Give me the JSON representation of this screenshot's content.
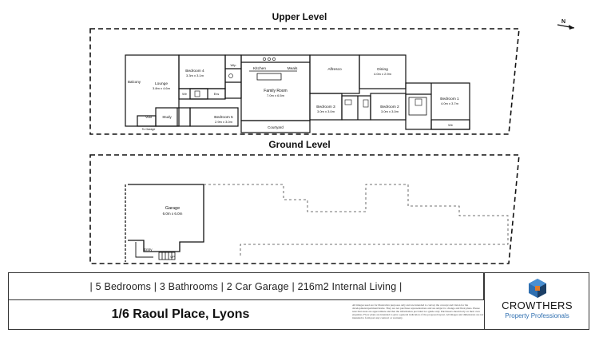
{
  "north_label": "N",
  "levels": {
    "upper_title": "Upper Level",
    "ground_title": "Ground Level"
  },
  "upper_rooms": {
    "balcony": "Balcony",
    "lounge": "Lounge",
    "lounge_dim": "3.8m x 4.6m",
    "bedroom4": "Bedroom 4",
    "bedroom4_dim": "3.3m x 3.1m",
    "wir": "Wir",
    "ens": "Ens",
    "bedroom5": "Bedroom 5",
    "bedroom5_dim": "2.9m x 3.0m",
    "study": "Study",
    "void": "Void",
    "to_garage": "To Garage",
    "wip": "Wip",
    "kitchen": "Kitchen",
    "meals": "Meals",
    "family_room": "Family Room",
    "family_room_dim": "7.0m x 6.5m",
    "courtyard": "Courtyard",
    "alfresco": "Alfresco",
    "dining": "Dining",
    "dining_dim": "4.0m x 2.9m",
    "bedroom3": "Bedroom 3",
    "bedroom3_dim": "3.0m x 3.0m",
    "bedroom2": "Bedroom 2",
    "bedroom2_dim": "3.0m x 3.0m",
    "bedroom1": "Bedroom 1",
    "bedroom1_dim": "4.0m x 3.7m",
    "wir2": "Wir"
  },
  "ground_rooms": {
    "garage": "Garage",
    "garage_dim": "6.0m x 6.0m",
    "entry": "Entry",
    "up": "UP"
  },
  "features": "| 5 Bedrooms | 3 Bathrooms | 2 Car Garage | 216m2 Internal Living |",
  "address": "1/6 Raoul Place, Lyons",
  "disclaimer": "All images used are for illustrative purposes only and are intended to convey the concept and vision for the development/apartment/home. They are not purchase representations and are subject to change and final plans. Please note that areas are approximate and that the information provided is a guide only. Purchasers should rely on their own enquiries. Floor plans are intended to give a general indication of the proposed layout. All images and dimensions are not intended to form part any contract or warranty.",
  "brand": {
    "name": "CROWTHERS",
    "tagline": "Property Professionals",
    "colors": {
      "blue": "#2f6fb0",
      "orange": "#e07b2a",
      "dark": "#1c3f66"
    }
  }
}
